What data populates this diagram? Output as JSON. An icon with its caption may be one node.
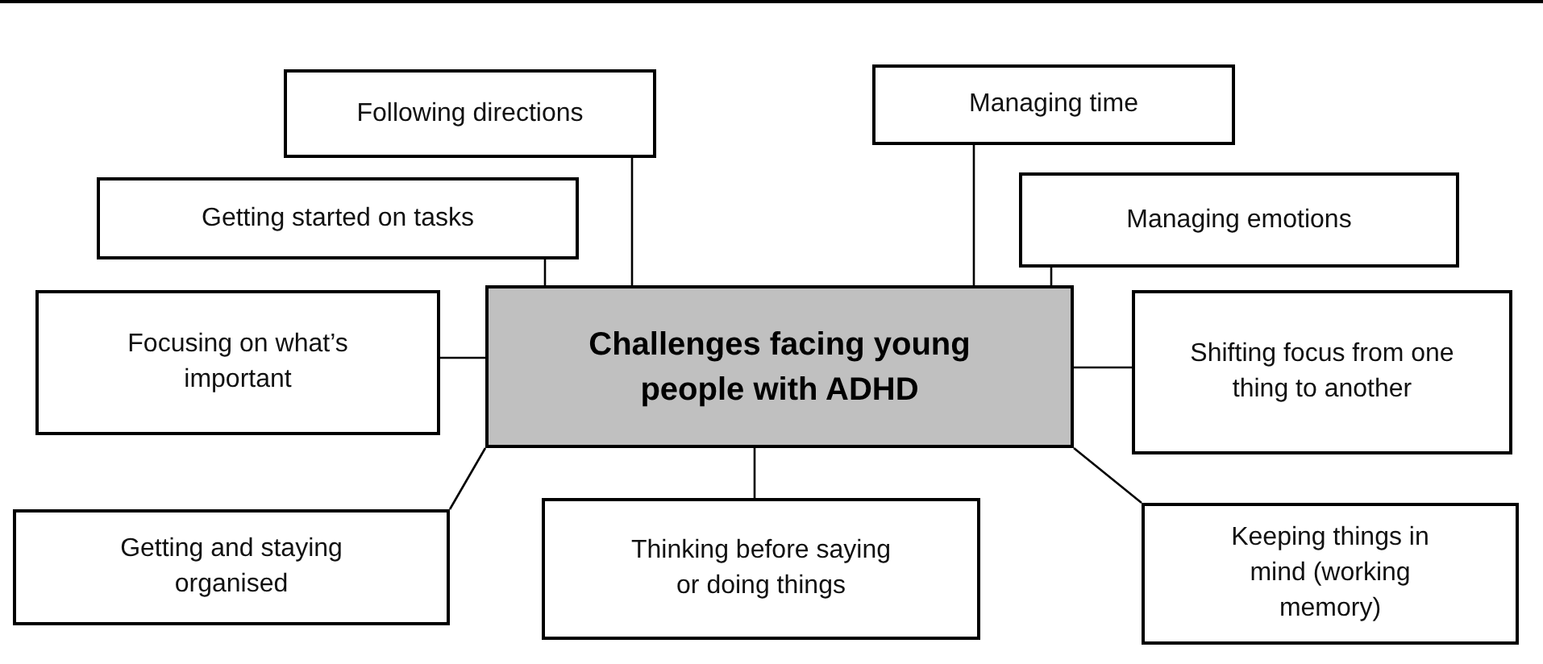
{
  "diagram": {
    "nodes": [
      {
        "text": [
          "Challenges facing young people with ADHD"
        ]
      },
      {
        "text": [
          "Following directions"
        ]
      },
      {
        "text": [
          "Managing time"
        ]
      },
      {
        "text": [
          "Getting started on tasks"
        ]
      },
      {
        "text": [
          "Managing emotions"
        ]
      },
      {
        "text": [
          "Focusing on what’s important"
        ]
      },
      {
        "text": [
          "Shifting focus from one thing to another"
        ]
      },
      {
        "text": [
          "Getting and staying organised"
        ]
      },
      {
        "text": [
          "Thinking before saying or doing things"
        ]
      },
      {
        "text": [
          "Keeping things in mind (working memory)"
        ]
      }
    ],
    "edges": [
      {
        "from": 0,
        "to": 1,
        "arrow": "none"
      },
      {
        "from": 0,
        "to": 2,
        "arrow": "none"
      },
      {
        "from": 0,
        "to": 3,
        "arrow": "none"
      },
      {
        "from": 0,
        "to": 4,
        "arrow": "none"
      },
      {
        "from": 0,
        "to": 5,
        "arrow": "none"
      },
      {
        "from": 0,
        "to": 6,
        "arrow": "none"
      },
      {
        "from": 0,
        "to": 7,
        "arrow": "none"
      },
      {
        "from": 0,
        "to": 8,
        "arrow": "none"
      },
      {
        "from": 0,
        "to": 9,
        "arrow": "none"
      }
    ]
  }
}
